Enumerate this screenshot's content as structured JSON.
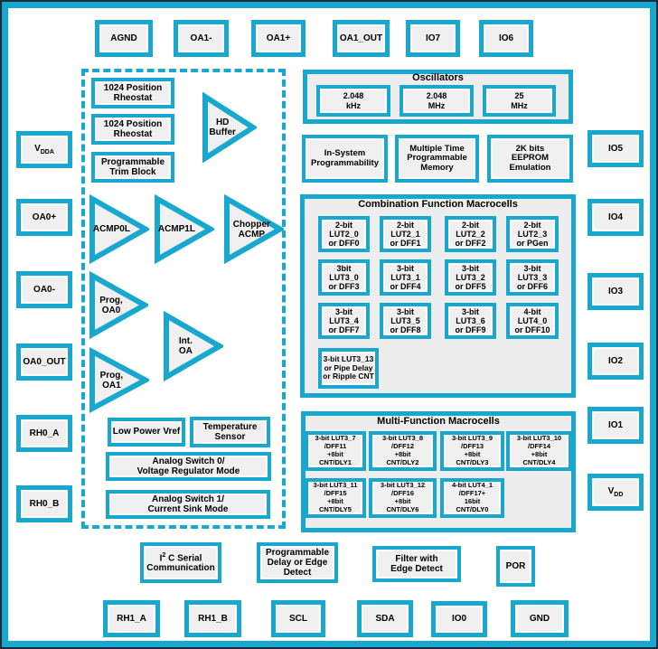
{
  "colors": {
    "teal": "#18a7cf",
    "frame_dark": "#1d2c3a",
    "box_fill": "#f0f0f0",
    "section_fill": "#ededed",
    "text": "#000000"
  },
  "pins": {
    "top": [
      "AGND",
      "OA1-",
      "OA1+",
      "OA1_OUT",
      "IO7",
      "IO6"
    ],
    "left": {
      "vdda_base": "V",
      "vdda_sub": "DDA",
      "items": [
        "OA0+",
        "OA0-",
        "OA0_OUT",
        "RH0_A",
        "RH0_B"
      ]
    },
    "right": {
      "items": [
        "IO5",
        "IO4",
        "IO3",
        "IO2",
        "IO1"
      ],
      "vdd_base": "V",
      "vdd_sub": "DD"
    },
    "bottom": [
      "RH1_A",
      "RH1_B",
      "SCL",
      "SDA",
      "IO0",
      "GND"
    ]
  },
  "analog": {
    "rheostat_1": "1024 Position\nRheostat",
    "rheostat_2": "1024 Position\nRheostat",
    "trim_block": "Programmable\nTrim Block",
    "hd_buffer": "HD\nBuffer",
    "acmp0l": "ACMP0L",
    "acmp1l": "ACMP1L",
    "chopper_acmp": "Chopper\nACMP",
    "prog_oa0": "Prog,\nOA0",
    "int_oa": "Int.\nOA",
    "prog_oa1": "Prog,\nOA1",
    "low_power_vref": "Low Power Vref",
    "temperature_sensor": "Temperature\nSensor",
    "analog_switch_0": "Analog Switch 0/\nVoltage Regulator Mode",
    "analog_switch_1": "Analog Switch 1/\nCurrent Sink Mode"
  },
  "oscillators": {
    "title": "Oscillators",
    "freqs": [
      "2.048\nkHz",
      "2.048\nMHz",
      "25\nMHz"
    ]
  },
  "memory": {
    "isp": "In-System\nProgrammability",
    "mtp": "Multiple Time\nProgrammable\nMemory",
    "eeprom": "2K bits\nEEPROM\nEmulation"
  },
  "combination": {
    "title": "Combination Function Macrocells",
    "cells": [
      "2-bit\nLUT2_0\nor DFF0",
      "2-bit\nLUT2_1\nor DFF1",
      "2-bit\nLUT2_2\nor DFF2",
      "2-bit\nLUT2_3\nor PGen",
      "3bit\nLUT3_0\nor DFF3",
      "3-bit\nLUT3_1\nor DFF4",
      "3-bit\nLUT3_2\nor DFF5",
      "3-bit\nLUT3_3\nor DFF6",
      "3-bit\nLUT3_4\nor DFF7",
      "3-bit\nLUT3_5\nor DFF8",
      "3-bit\nLUT3_6\nor DFF9",
      "4-bit\nLUT4_0\nor DFF10",
      "3-bit LUT3_13\nor Pipe Delay\nor Ripple CNT"
    ]
  },
  "multifunction": {
    "title": "Multi-Function Macrocells",
    "cells": [
      "3-bit LUT3_7\n/DFF11\n+8bit\nCNT/DLY1",
      "3-bit LUT3_8\n/DFF12\n+8bit\nCNT/DLY2",
      "3-bit LUT3_9\n/DFF13\n+8bit\nCNT/DLY3",
      "3-bit LUT3_10\n/DFF14\n+8bit\nCNT/DLY4",
      "3-bit LUT3_11\n/DFF15\n+8bit\nCNT/DLY5",
      "3-bit LUT3_12\n/DFF16\n+8bit\nCNT/DLY6",
      "4-bit LUT4_1\n/DFF17+\n16bit\nCNT/DLY0"
    ]
  },
  "misc": {
    "i2c_base": "I",
    "i2c_sup": "2",
    "i2c_rest": "C Serial",
    "i2c_line2": "Communication",
    "prog_delay": "Programmable\nDelay or Edge\nDetect",
    "filter": "Filter with\nEdge Detect",
    "por": "POR"
  }
}
